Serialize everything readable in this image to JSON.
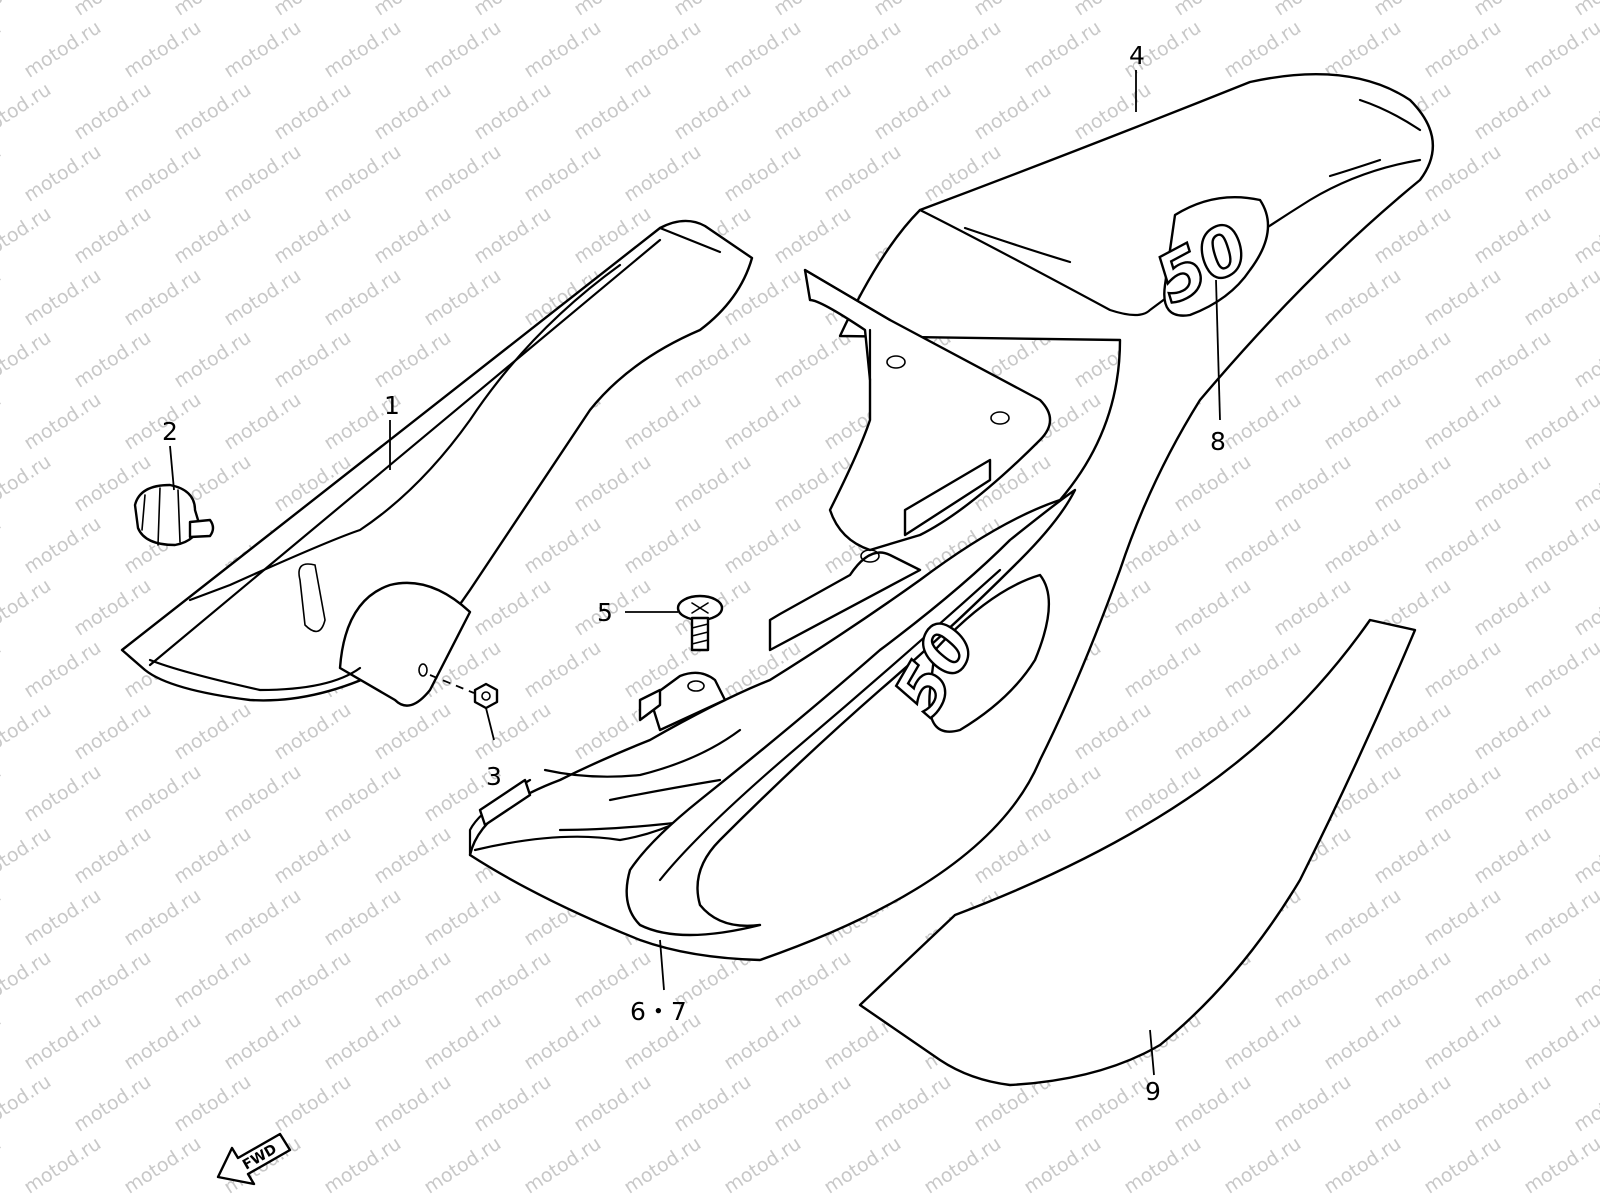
{
  "watermark": {
    "text": "motod.ru"
  },
  "callouts": {
    "c1": "1",
    "c2": "2",
    "c3": "3",
    "c4": "4",
    "c5": "5",
    "c67": "6・7",
    "c8": "8",
    "c9": "9"
  },
  "badges": {
    "upper": "50",
    "lower": "50"
  },
  "direction_tag": "FWD"
}
